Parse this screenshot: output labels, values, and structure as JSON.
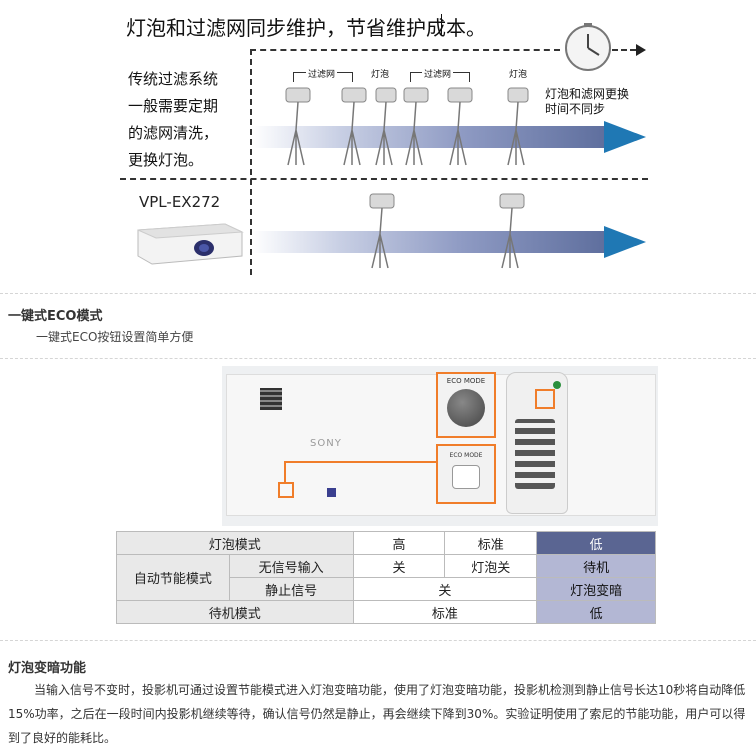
{
  "diagram": {
    "heading": "灯泡和过滤网同步维护，节省维护成本。",
    "traditional_lines": [
      "传统过滤系统",
      "一般需要定期",
      "的滤网清洗，",
      "更换灯泡。"
    ],
    "labels": {
      "filter": "过滤网",
      "lamp": "灯泡",
      "async_line1": "灯泡和滤网更换",
      "async_line2": "时间不同步"
    },
    "model": "VPL-EX272",
    "colors": {
      "arrow": "#1f78b4",
      "band_end": "#5f6f9e",
      "orange": "#f07d2a"
    }
  },
  "eco": {
    "title": "一键式ECO模式",
    "desc": "一键式ECO按钮设置简单方便",
    "photo": {
      "brand": "SONY",
      "eco_button_label": "ECO MODE",
      "eco_small_label": "ECO MODE"
    }
  },
  "table": {
    "rows": [
      [
        "灯泡模式",
        "高",
        "标准",
        "低"
      ],
      [
        "自动节能模式",
        "无信号输入",
        "关",
        "灯泡关",
        "待机"
      ],
      [
        "静止信号",
        "关",
        "灯泡变暗"
      ],
      [
        "待机模式",
        "标准",
        "低"
      ]
    ]
  },
  "dimming": {
    "title": "灯泡变暗功能",
    "paragraph": "当输入信号不变时，投影机可通过设置节能模式进入灯泡变暗功能，使用了灯泡变暗功能，投影机检测到静止信号长达10秒将自动降低15%功率，之后在一段时间内投影机继续等待，确认信号仍然是静止，再会继续下降到30%。实验证明使用了索尼的节能功能，用户可以得到了良好的能耗比。"
  }
}
